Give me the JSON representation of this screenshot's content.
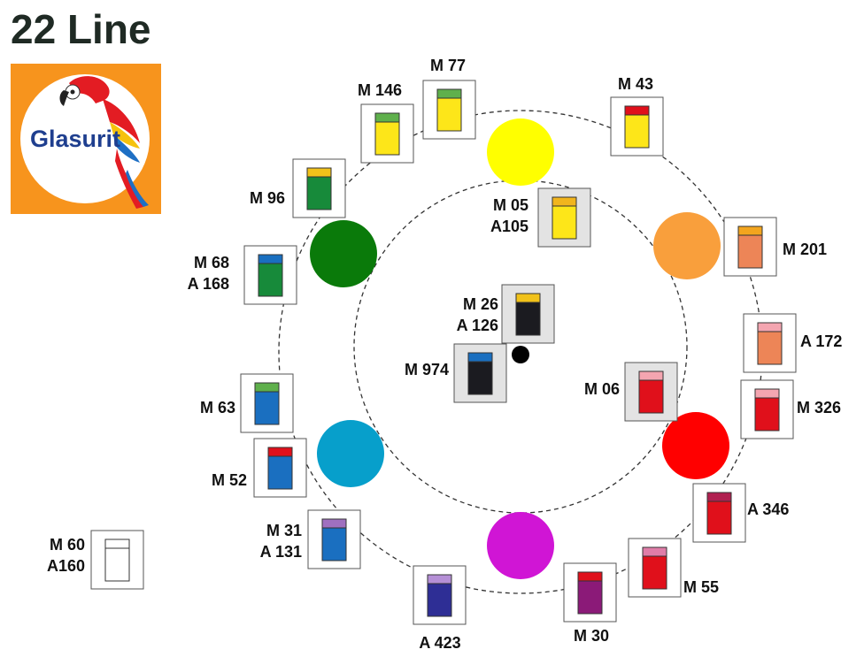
{
  "title": "22 Line",
  "logo": {
    "text": "Glasurit"
  },
  "hues": [
    {
      "name": "yellow-hue",
      "color": "#ffff00"
    },
    {
      "name": "orange-hue",
      "color": "#f99f3c"
    },
    {
      "name": "red-hue",
      "color": "#ff0000"
    },
    {
      "name": "magenta-hue",
      "color": "#d015d5"
    },
    {
      "name": "cyan-hue",
      "color": "#079fcb"
    },
    {
      "name": "green-hue",
      "color": "#0a7a0a"
    }
  ],
  "swatches": [
    {
      "id": "m77",
      "label": [
        "M 77"
      ],
      "cap": "#5fb04c",
      "body": "#fde619",
      "bg": "#ffffff"
    },
    {
      "id": "m146",
      "label": [
        "M 146"
      ],
      "cap": "#5fb04c",
      "body": "#fde619",
      "bg": "#ffffff"
    },
    {
      "id": "m43",
      "label": [
        "M 43"
      ],
      "cap": "#e0101b",
      "body": "#fde619",
      "bg": "#ffffff"
    },
    {
      "id": "m96",
      "label": [
        "M 96"
      ],
      "cap": "#f1c21a",
      "body": "#178a3a",
      "bg": "#ffffff"
    },
    {
      "id": "m05",
      "label": [
        "M 05",
        "A105"
      ],
      "cap": "#f1b51d",
      "body": "#fde619",
      "bg": "#e3e3e3"
    },
    {
      "id": "m201",
      "label": [
        "M 201"
      ],
      "cap": "#f3a51e",
      "body": "#ed8557",
      "bg": "#ffffff"
    },
    {
      "id": "m68",
      "label": [
        "M 68",
        "A 168"
      ],
      "cap": "#1a6fc0",
      "body": "#178a3a",
      "bg": "#ffffff"
    },
    {
      "id": "m26",
      "label": [
        "M 26",
        "A 126"
      ],
      "cap": "#f1c21a",
      "body": "#1b1b20",
      "bg": "#e3e3e3"
    },
    {
      "id": "a172",
      "label": [
        "A 172"
      ],
      "cap": "#f4a5b0",
      "body": "#ed8557",
      "bg": "#ffffff"
    },
    {
      "id": "m974",
      "label": [
        "M 974"
      ],
      "cap": "#1a6fc0",
      "body": "#1b1b20",
      "bg": "#e3e3e3"
    },
    {
      "id": "m06",
      "label": [
        "M 06"
      ],
      "cap": "#f4a5b0",
      "body": "#e0101b",
      "bg": "#e3e3e3"
    },
    {
      "id": "m63",
      "label": [
        "M 63"
      ],
      "cap": "#5fb04c",
      "body": "#1a6fc0",
      "bg": "#ffffff"
    },
    {
      "id": "m326",
      "label": [
        "M 326"
      ],
      "cap": "#f4a5b0",
      "body": "#e0101b",
      "bg": "#ffffff"
    },
    {
      "id": "m52",
      "label": [
        "M 52"
      ],
      "cap": "#e0101b",
      "body": "#1a6fc0",
      "bg": "#ffffff"
    },
    {
      "id": "a346",
      "label": [
        "A 346"
      ],
      "cap": "#b02050",
      "body": "#e0101b",
      "bg": "#ffffff"
    },
    {
      "id": "m31",
      "label": [
        "M 31",
        "A 131"
      ],
      "cap": "#a070c0",
      "body": "#1a6fc0",
      "bg": "#ffffff"
    },
    {
      "id": "m55",
      "label": [
        "M 55"
      ],
      "cap": "#e07da8",
      "body": "#e0101b",
      "bg": "#ffffff"
    },
    {
      "id": "a423",
      "label": [
        "A 423"
      ],
      "cap": "#b58fd6",
      "body": "#2e2e95",
      "bg": "#ffffff"
    },
    {
      "id": "m30",
      "label": [
        "M 30"
      ],
      "cap": "#e0101b",
      "body": "#8b1a78",
      "bg": "#ffffff"
    },
    {
      "id": "m60",
      "label": [
        "M 60",
        "A160"
      ],
      "cap": "#ffffff",
      "body": "#ffffff",
      "bg": "#ffffff"
    }
  ]
}
